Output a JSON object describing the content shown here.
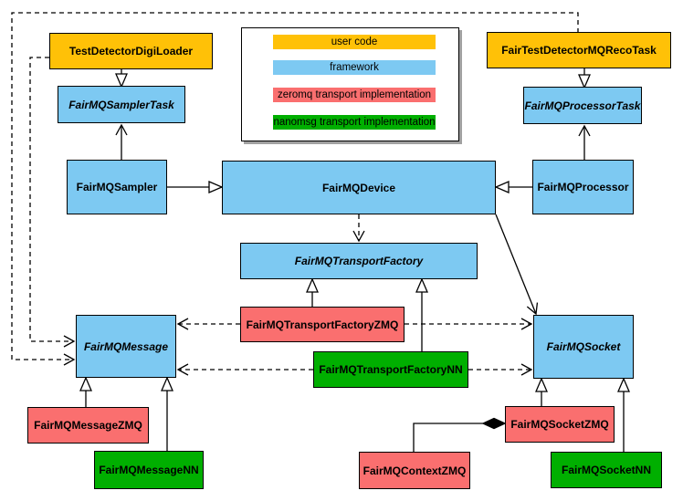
{
  "colors": {
    "user_code": "#FFC107",
    "framework": "#7DC9F2",
    "zeromq": "#FA6F6F",
    "nanomsg": "#00AF00",
    "border": "#000000",
    "background": "#FFFFFF"
  },
  "legend": {
    "items": [
      {
        "label": "user code",
        "color": "#FFC107"
      },
      {
        "label": "framework",
        "color": "#7DC9F2"
      },
      {
        "label": "zeromq transport implementation",
        "color": "#FA6F6F"
      },
      {
        "label": "nanomsg transport implementation",
        "color": "#00AF00"
      }
    ]
  },
  "nodes": {
    "test_detector_digi_loader": {
      "label": "TestDetectorDigiLoader",
      "category": "user code",
      "abstract": false
    },
    "fair_test_detector_mq_reco_task": {
      "label": "FairTestDetectorMQRecoTask",
      "category": "user code",
      "abstract": false
    },
    "fair_mq_sampler_task": {
      "label": "FairMQSamplerTask",
      "category": "framework",
      "abstract": true
    },
    "fair_mq_processor_task": {
      "label": "FairMQProcessorTask",
      "category": "framework",
      "abstract": true
    },
    "fair_mq_sampler": {
      "label": "FairMQSampler",
      "category": "framework",
      "abstract": false
    },
    "fair_mq_device": {
      "label": "FairMQDevice",
      "category": "framework",
      "abstract": false
    },
    "fair_mq_processor": {
      "label": "FairMQProcessor",
      "category": "framework",
      "abstract": false
    },
    "fair_mq_transport_factory": {
      "label": "FairMQTransportFactory",
      "category": "framework",
      "abstract": true
    },
    "fair_mq_transport_factory_zmq": {
      "label": "FairMQTransportFactoryZMQ",
      "category": "zeromq",
      "abstract": false
    },
    "fair_mq_transport_factory_nn": {
      "label": "FairMQTransportFactoryNN",
      "category": "nanomsg",
      "abstract": false
    },
    "fair_mq_message": {
      "label": "FairMQMessage",
      "category": "framework",
      "abstract": true
    },
    "fair_mq_socket": {
      "label": "FairMQSocket",
      "category": "framework",
      "abstract": true
    },
    "fair_mq_message_zmq": {
      "label": "FairMQMessageZMQ",
      "category": "zeromq",
      "abstract": false
    },
    "fair_mq_message_nn": {
      "label": "FairMQMessageNN",
      "category": "nanomsg",
      "abstract": false
    },
    "fair_mq_socket_zmq": {
      "label": "FairMQSocketZMQ",
      "category": "zeromq",
      "abstract": false
    },
    "fair_mq_socket_nn": {
      "label": "FairMQSocketNN",
      "category": "nanomsg",
      "abstract": false
    },
    "fair_mq_context_zmq": {
      "label": "FairMQContextZMQ",
      "category": "zeromq",
      "abstract": false
    }
  },
  "edges": [
    {
      "from": "TestDetectorDigiLoader",
      "to": "FairMQSamplerTask",
      "type": "inheritance"
    },
    {
      "from": "FairTestDetectorMQRecoTask",
      "to": "FairMQProcessorTask",
      "type": "inheritance"
    },
    {
      "from": "FairMQSampler",
      "to": "FairMQDevice",
      "type": "inheritance"
    },
    {
      "from": "FairMQProcessor",
      "to": "FairMQDevice",
      "type": "inheritance"
    },
    {
      "from": "FairMQSampler",
      "to": "FairMQSamplerTask",
      "type": "association"
    },
    {
      "from": "FairMQProcessor",
      "to": "FairMQProcessorTask",
      "type": "association"
    },
    {
      "from": "FairMQDevice",
      "to": "FairMQTransportFactory",
      "type": "dependency"
    },
    {
      "from": "FairMQDevice",
      "to": "FairMQSocket",
      "type": "association"
    },
    {
      "from": "FairMQTransportFactoryZMQ",
      "to": "FairMQTransportFactory",
      "type": "inheritance"
    },
    {
      "from": "FairMQTransportFactoryNN",
      "to": "FairMQTransportFactory",
      "type": "inheritance"
    },
    {
      "from": "FairMQTransportFactoryZMQ",
      "to": "FairMQMessage",
      "type": "dependency"
    },
    {
      "from": "FairMQTransportFactoryZMQ",
      "to": "FairMQSocket",
      "type": "dependency"
    },
    {
      "from": "FairMQTransportFactoryNN",
      "to": "FairMQMessage",
      "type": "dependency"
    },
    {
      "from": "FairMQTransportFactoryNN",
      "to": "FairMQSocket",
      "type": "dependency"
    },
    {
      "from": "TestDetectorDigiLoader",
      "to": "FairMQMessage",
      "type": "dependency"
    },
    {
      "from": "FairTestDetectorMQRecoTask",
      "to": "FairMQMessage",
      "type": "dependency"
    },
    {
      "from": "FairMQMessageZMQ",
      "to": "FairMQMessage",
      "type": "inheritance"
    },
    {
      "from": "FairMQMessageNN",
      "to": "FairMQMessage",
      "type": "inheritance"
    },
    {
      "from": "FairMQSocketZMQ",
      "to": "FairMQSocket",
      "type": "inheritance"
    },
    {
      "from": "FairMQSocketNN",
      "to": "FairMQSocket",
      "type": "inheritance"
    },
    {
      "from": "FairMQContextZMQ",
      "to": "FairMQSocketZMQ",
      "type": "composition"
    }
  ]
}
